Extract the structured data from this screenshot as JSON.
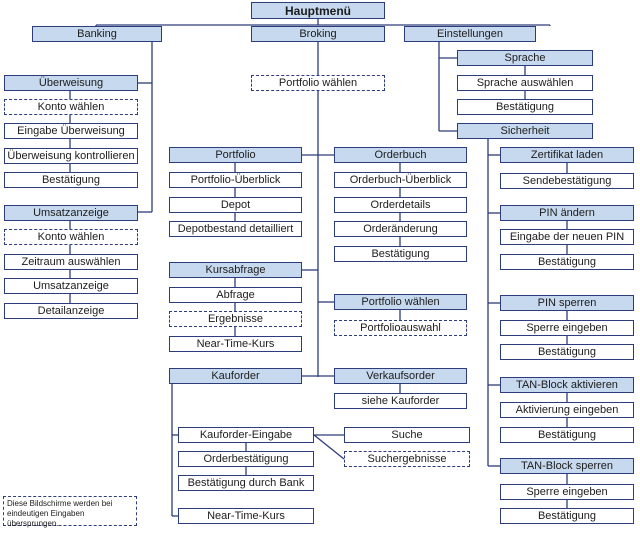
{
  "colors": {
    "header_fill": "#c7d9ee",
    "border": "#2d3c7a",
    "line": "#2d3c7a",
    "text": "#1c1c1c"
  },
  "root": "Hauptmenü",
  "banking": {
    "title": "Banking",
    "ueberweisung": {
      "title": "Überweisung",
      "steps": [
        "Konto wählen",
        "Eingabe Überweisung",
        "Überweisung kontrollieren",
        "Bestätigung"
      ]
    },
    "umsatzanzeige": {
      "title": "Umsatzanzeige",
      "steps": [
        "Konto wählen",
        "Zeitraum auswählen",
        "Umsatzanzeige",
        "Detailanzeige"
      ]
    }
  },
  "broking": {
    "title": "Broking",
    "portfolio_waehlen": "Portfolio wählen",
    "portfolio": {
      "title": "Portfolio",
      "steps": [
        "Portfolio-Überblick",
        "Depot",
        "Depotbestand detailliert"
      ]
    },
    "orderbuch": {
      "title": "Orderbuch",
      "steps": [
        "Orderbuch-Überblick",
        "Orderdetails",
        "Orderänderung",
        "Bestätigung"
      ]
    },
    "kursabfrage": {
      "title": "Kursabfrage",
      "steps": [
        "Abfrage",
        "Ergebnisse",
        "Near-Time-Kurs"
      ]
    },
    "portfolio_waehlen2": {
      "title": "Portfolio wählen",
      "steps": [
        "Portfolioauswahl"
      ]
    },
    "kauforder": {
      "title": "Kauforder",
      "steps": [
        "Kauforder-Eingabe",
        "Orderbestätigung",
        "Bestätigung durch Bank",
        "Near-Time-Kurs"
      ]
    },
    "verkaufsorder": {
      "title": "Verkaufsorder",
      "steps": [
        "siehe Kauforder"
      ]
    },
    "suche": "Suche",
    "suchergebnisse": "Suchergebnisse"
  },
  "einstellungen": {
    "title": "Einstellungen",
    "sprache": {
      "title": "Sprache",
      "steps": [
        "Sprache auswählen",
        "Bestätigung"
      ]
    },
    "sicherheit": {
      "title": "Sicherheit",
      "zertifikat": {
        "title": "Zertifikat laden",
        "steps": [
          "Sendebestätigung"
        ]
      },
      "pin_aendern": {
        "title": "PIN ändern",
        "steps": [
          "Eingabe der neuen PIN",
          "Bestätigung"
        ]
      },
      "pin_sperren": {
        "title": "PIN sperren",
        "steps": [
          "Sperre eingeben",
          "Bestätigung"
        ]
      },
      "tan_aktivieren": {
        "title": "TAN-Block aktivieren",
        "steps": [
          "Aktivierung eingeben",
          "Bestätigung"
        ]
      },
      "tan_sperren": {
        "title": "TAN-Block sperren",
        "steps": [
          "Sperre eingeben",
          "Bestätigung"
        ]
      }
    }
  },
  "note": "Diese Bildschirme werden bei eindeutigen Eingaben übersprungen."
}
